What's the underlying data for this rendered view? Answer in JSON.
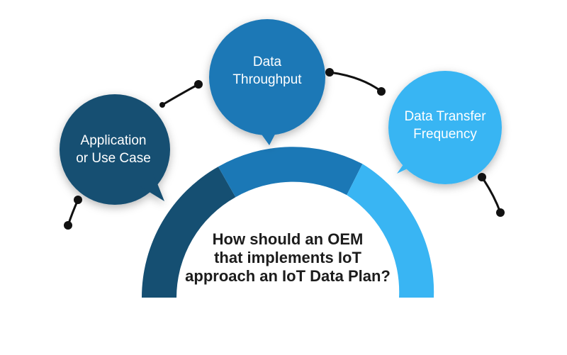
{
  "center": {
    "line1": "How should an OEM",
    "line2": "that implements IoT",
    "line3": "approach an IoT Data Plan?"
  },
  "bubbles": [
    {
      "line1": "Application",
      "line2": "or  Use Case",
      "color": "#154f72"
    },
    {
      "line1": "Data",
      "line2": "Throughput",
      "color": "#1b78b6"
    },
    {
      "line1": "Data Transfer",
      "line2": "Frequency",
      "color": "#39b5f3"
    }
  ],
  "arc_colors": [
    "#154f72",
    "#1b78b6",
    "#39b5f3"
  ],
  "connector_color": "#111111"
}
